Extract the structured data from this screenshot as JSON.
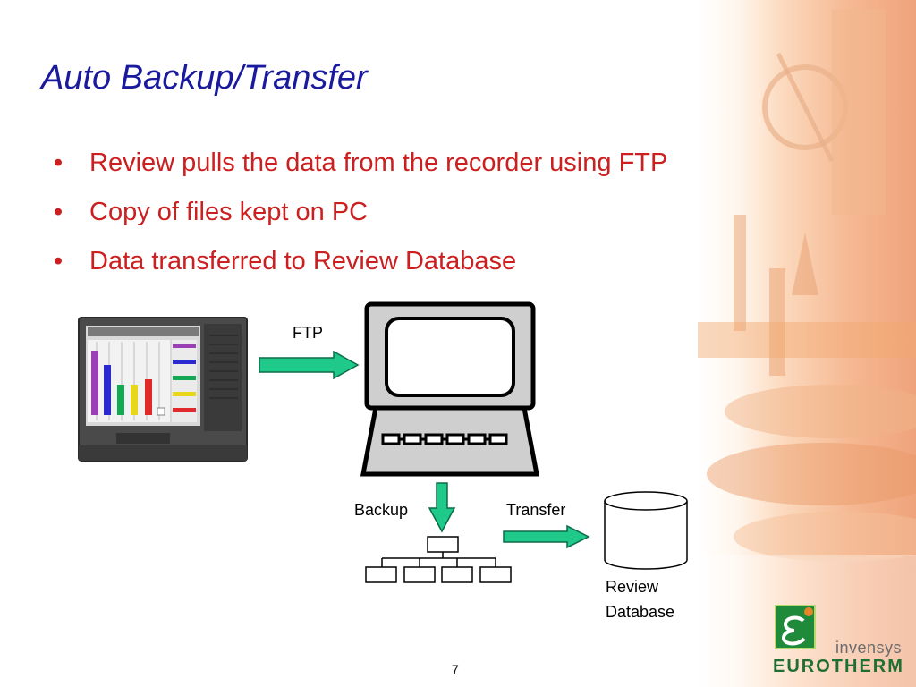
{
  "slide": {
    "title": "Auto Backup/Transfer",
    "bullets": [
      "Review pulls the data from the recorder using FTP",
      "Copy of files kept on PC",
      "Data transferred to Review Database"
    ],
    "bullet_glyph": "•",
    "page_number": "7"
  },
  "diagram": {
    "ftp_label": "FTP",
    "backup_label": "Backup",
    "transfer_label": "Transfer",
    "database_label_line1": "Review",
    "database_label_line2": "Database",
    "arrow_color": "#1fc98a",
    "recorder_bar_colors": [
      "#9a3fb4",
      "#2a2ad0",
      "#13a852",
      "#e8d61a",
      "#e02a2a"
    ]
  },
  "logo": {
    "invensys": "invensys",
    "eurotherm": "EUROTHERM"
  },
  "colors": {
    "title": "#1a1a9e",
    "bullet_text": "#cc1f1f",
    "logo_green": "#1f8a3a"
  }
}
